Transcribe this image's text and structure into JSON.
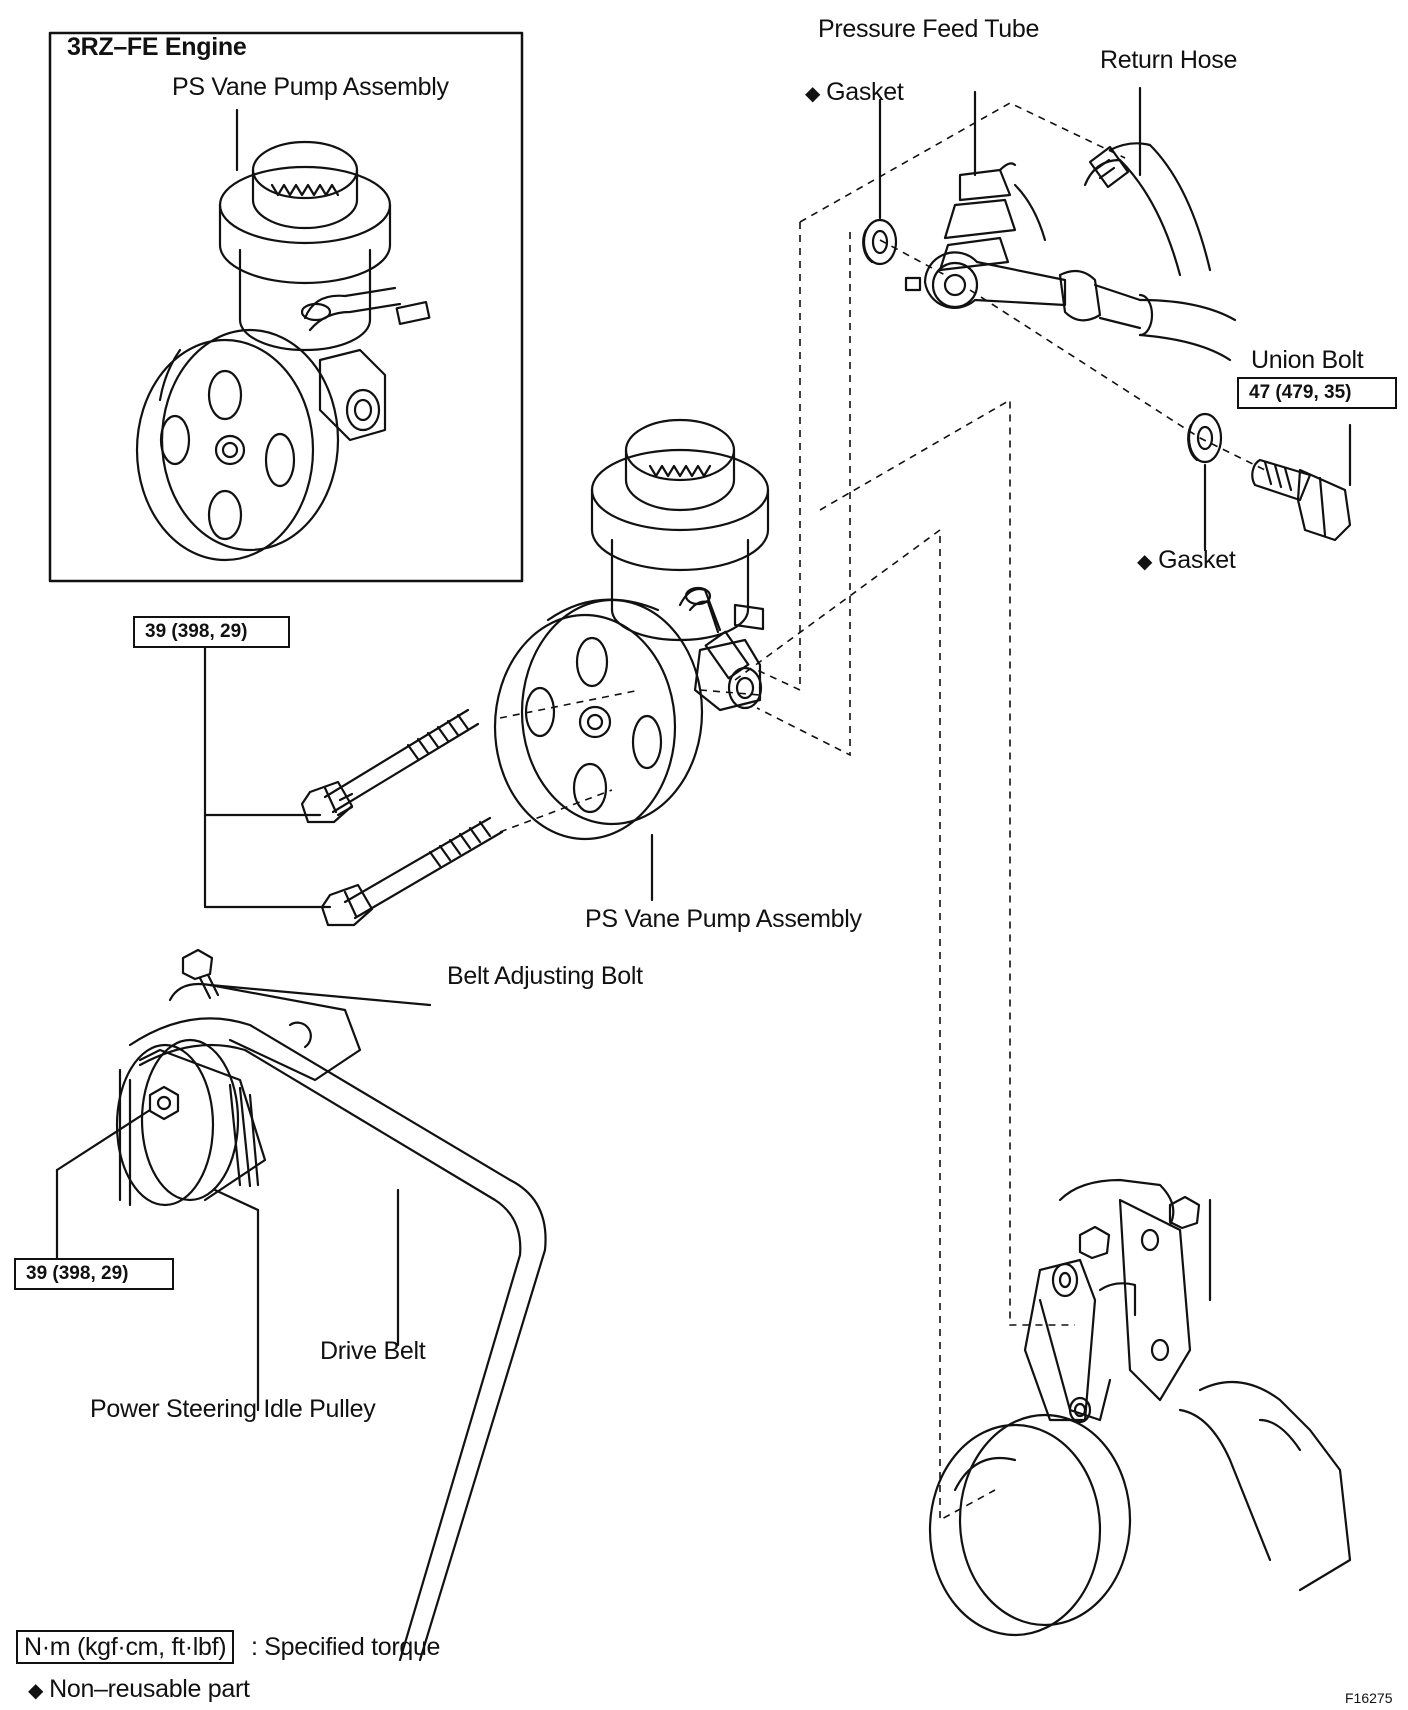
{
  "inset": {
    "title": "3RZ–FE Engine",
    "pump_label": "PS Vane Pump Assembly"
  },
  "labels": {
    "pressure_feed_tube": "Pressure Feed Tube",
    "return_hose": "Return Hose",
    "gasket_top": "Gasket",
    "gasket_bottom": "Gasket",
    "union_bolt": "Union Bolt",
    "pump_assembly": "PS Vane Pump Assembly",
    "belt_adjusting_bolt": "Belt Adjusting Bolt",
    "drive_belt": "Drive Belt",
    "idle_pulley": "Power Steering Idle Pulley"
  },
  "torques": {
    "union_bolt": "47 (479, 35)",
    "pump_bolts": "39 (398, 29)",
    "idle_pulley_nut": "39 (398, 29)"
  },
  "legend": {
    "torque_units": "N·m (kgf·cm, ft·lbf)",
    "torque_text": ": Specified torque",
    "nonreusable_text": "Non–reusable part",
    "diamond": "◆"
  },
  "figure_code": "F16275"
}
